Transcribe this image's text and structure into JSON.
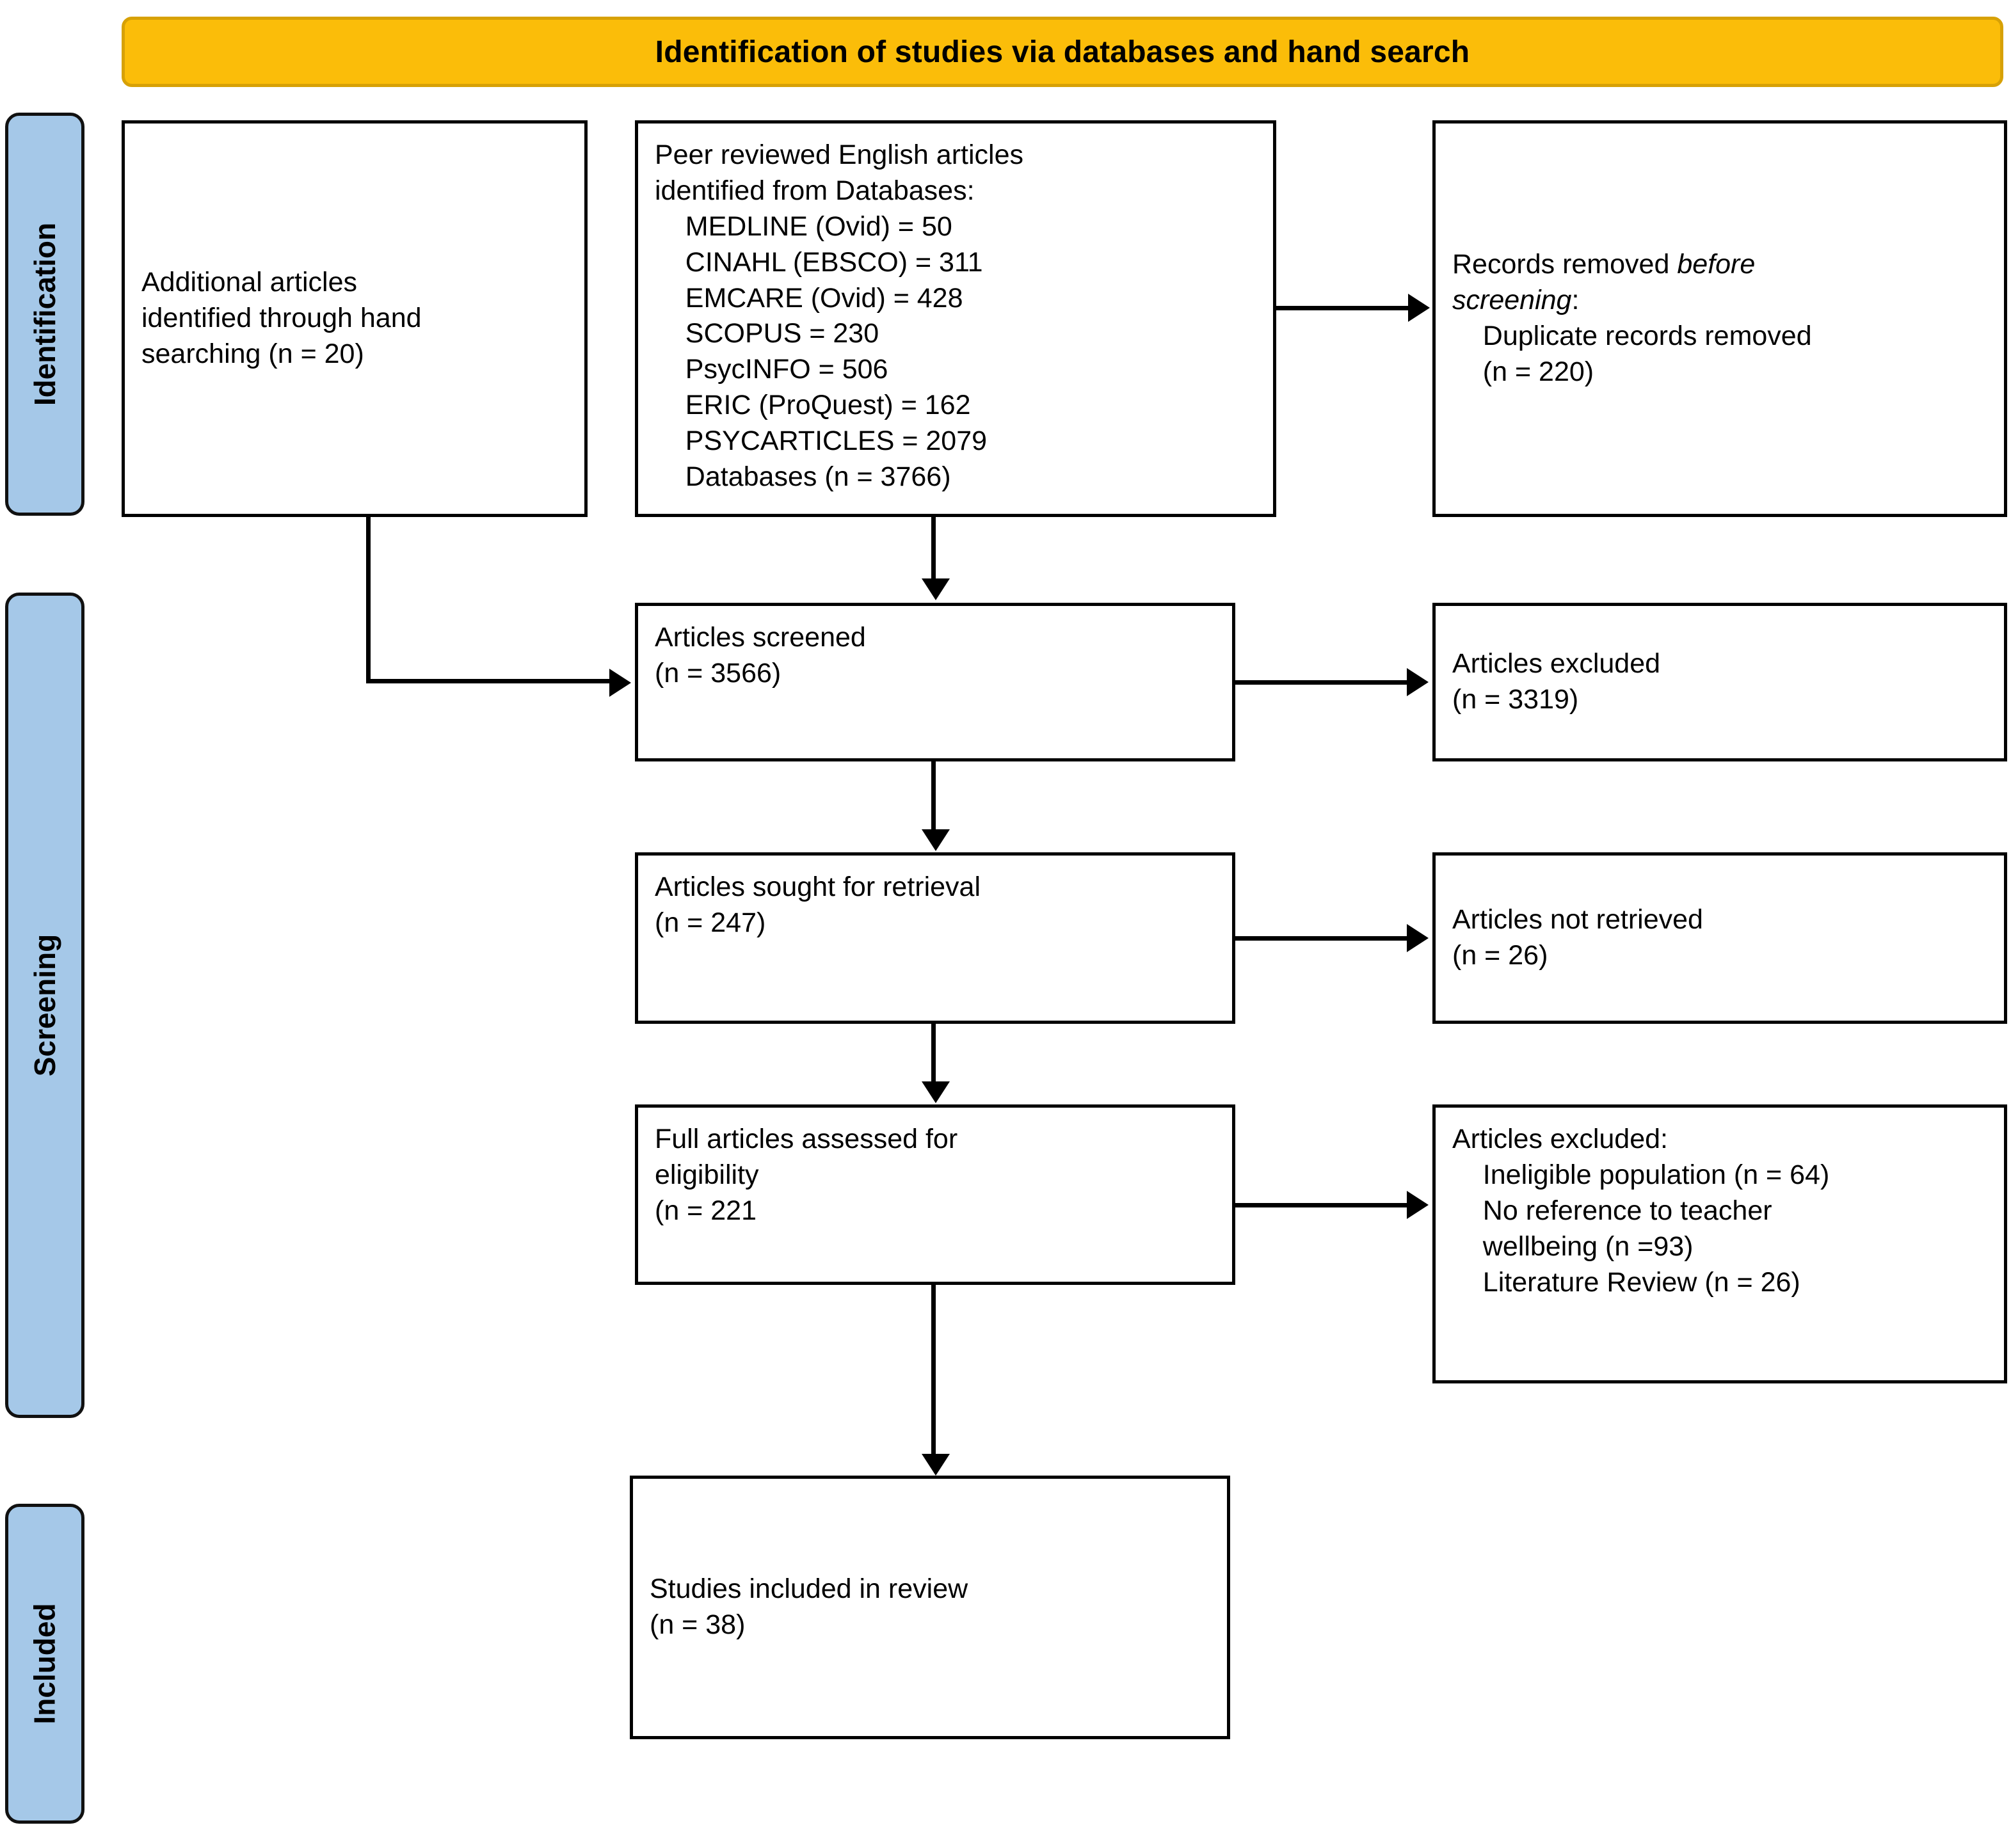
{
  "banner": {
    "title": "Identification of studies via databases and hand search",
    "fill_color": "#FBBD09",
    "border_color": "#D7A106"
  },
  "stages": {
    "fill_color": "#A5C8E8",
    "border_color": "#111111",
    "items": [
      {
        "id": "identification",
        "label": "Identification"
      },
      {
        "id": "screening",
        "label": "Screening"
      },
      {
        "id": "included",
        "label": "Included"
      }
    ]
  },
  "boxes": {
    "hand_search": {
      "text": "Additional articles\nidentified through hand\nsearching (n = 20)"
    },
    "databases": {
      "heading_line_1": "Peer reviewed English articles",
      "heading_line_2": "identified from Databases:",
      "sources": [
        {
          "name": "MEDLINE (Ovid)",
          "count": 50,
          "line": "MEDLINE (Ovid) = 50"
        },
        {
          "name": "CINAHL (EBSCO)",
          "count": 311,
          "line": "CINAHL (EBSCO) = 311"
        },
        {
          "name": "EMCARE (Ovid)",
          "count": 428,
          "line": "EMCARE (Ovid) = 428"
        },
        {
          "name": "SCOPUS",
          "count": 230,
          "line": "SCOPUS = 230"
        },
        {
          "name": "PsycINFO",
          "count": 506,
          "line": "PsycINFO = 506"
        },
        {
          "name": "ERIC (ProQuest)",
          "count": 162,
          "line": "ERIC (ProQuest) = 162"
        },
        {
          "name": "PSYCARTICLES",
          "count": 2079,
          "line": "PSYCARTICLES = 2079"
        },
        {
          "name": "Databases total",
          "count": 3766,
          "line": "Databases (n = 3766)"
        }
      ],
      "text": "Peer reviewed English articles\nidentified from Databases:\n    MEDLINE (Ovid) = 50\n    CINAHL (EBSCO) = 311\n    EMCARE (Ovid) = 428\n    SCOPUS = 230\n    PsycINFO = 506\n    ERIC (ProQuest) = 162\n    PSYCARTICLES = 2079\n    Databases (n = 3766)"
    },
    "records_removed": {
      "line_1_plain": "Records removed ",
      "line_1_italic": "before",
      "line_2_italic": "screening",
      "line_2_plain": ":",
      "line_3": "    Duplicate records removed",
      "line_4": "    (n = 220)",
      "duplicate_count": 220
    },
    "screened": {
      "text": "Articles screened\n(n = 3566)",
      "count": 3566
    },
    "excluded_1": {
      "text": "Articles excluded\n(n = 3319)",
      "count": 3319
    },
    "sought": {
      "text": "Articles sought for retrieval\n(n = 247)",
      "count": 247
    },
    "not_retrieved": {
      "text": "Articles not retrieved\n(n = 26)",
      "count": 26
    },
    "eligibility": {
      "text": "Full articles assessed for\neligibility\n(n = 221",
      "count": 221
    },
    "excluded_2": {
      "heading": "Articles excluded:",
      "reasons": [
        {
          "reason": "Ineligible population",
          "count": 64,
          "line": "Ineligible population (n = 64)"
        },
        {
          "reason": "No reference to teacher wellbeing",
          "count": 93,
          "line": "No reference to teacher wellbeing (n =93)"
        },
        {
          "reason": "Literature Review",
          "count": 26,
          "line": "Literature Review (n = 26)"
        }
      ],
      "text": "Articles excluded:\n    Ineligible population (n = 64)\n    No reference to teacher\n    wellbeing (n =93)\n    Literature Review (n = 26)"
    },
    "included": {
      "text": "Studies included in review\n(n = 38)",
      "count": 38
    }
  }
}
